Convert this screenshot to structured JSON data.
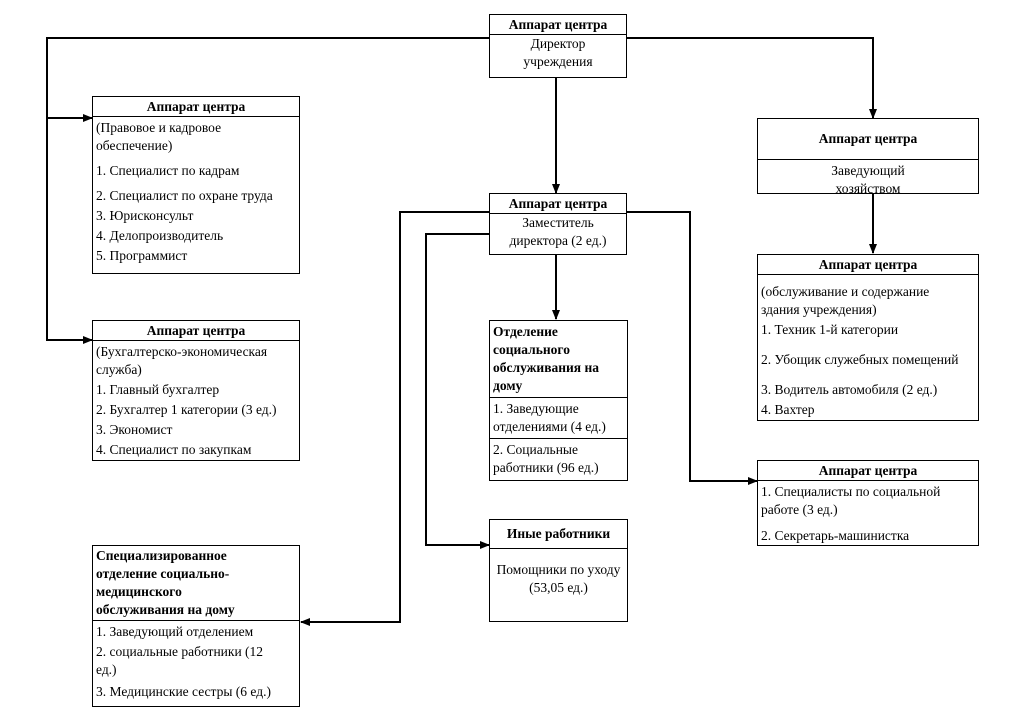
{
  "boxes": {
    "director": {
      "title": "Аппарат центра",
      "lines": [
        "Директор",
        "учреждения"
      ]
    },
    "legal_hr": {
      "title": "Аппарат центра",
      "lines": [
        "(Правовое и кадровое",
        "обеспечение)",
        "1. Специалист по кадрам",
        "2. Специалист по охране труда",
        "3. Юрисконсульт",
        "4. Делопроизводитель",
        "5. Программист"
      ]
    },
    "accounting": {
      "title": "Аппарат центра",
      "lines": [
        "(Бухгалтерско-экономическая",
        "служба)",
        "1. Главный бухгалтер",
        "2. Бухгалтер 1 категории (3 ед.)",
        "3. Экономист",
        "4. Специалист по закупкам"
      ]
    },
    "deputy": {
      "title": "Аппарат центра",
      "lines": [
        "Заместитель",
        "директора (2 ед.)"
      ]
    },
    "housekeeping": {
      "title": "Аппарат центра",
      "lines": [
        "Заведующий",
        "хозяйством"
      ]
    },
    "maintenance": {
      "title": "Аппарат центра",
      "lines": [
        "(обслуживание и содержание",
        "здания учреждения)",
        "1. Техник 1-й категории",
        "2. Убощик служебных помещений",
        "3. Водитель автомобиля (2 ед.)",
        "4. Вахтер"
      ]
    },
    "home_service": {
      "title_lines": [
        "Отделение",
        "социального",
        "обслуживания на",
        "дому"
      ],
      "items": [
        [
          "1. Заведующие",
          "отделениями (4 ед.)"
        ],
        [
          "2. Социальные",
          "работники (96 ед.)"
        ]
      ]
    },
    "social_work": {
      "title": "Аппарат центра",
      "lines": [
        "1. Специалисты по социальной",
        "работе (3 ед.)",
        "2. Секретарь-машинистка"
      ]
    },
    "other_workers": {
      "title": "Иные работники",
      "lines": [
        "Помощники по уходу",
        "(53,05 ед.)"
      ]
    },
    "medical_home": {
      "title_lines": [
        "Специализированное",
        "отделение социально-",
        "медицинского",
        "обслуживания на дому"
      ],
      "lines": [
        "1. Заведующий отделением",
        "2. социальные работники (12",
        "ед.)",
        "3. Медицинские сестры (6 ед.)"
      ]
    }
  }
}
